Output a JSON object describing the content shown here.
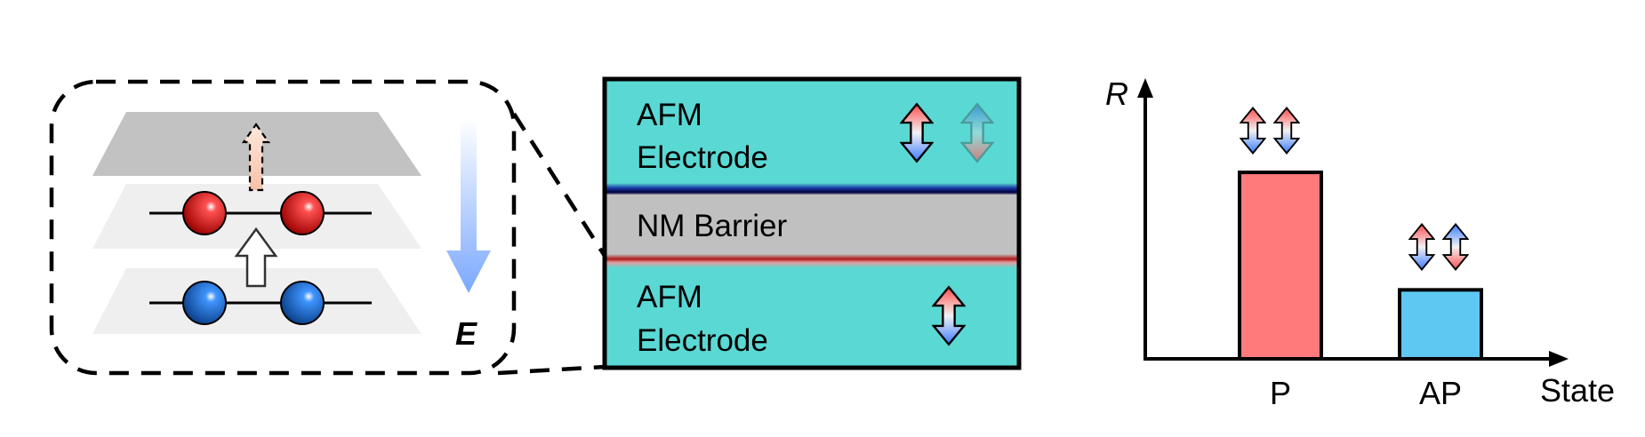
{
  "inset": {
    "field_label": "E"
  },
  "stack": {
    "top_electrode": [
      "AFM",
      "Electrode"
    ],
    "barrier": "NM Barrier",
    "bottom_electrode": [
      "AFM",
      "Electrode"
    ]
  },
  "chart_data": {
    "type": "bar",
    "categories": [
      "P",
      "AP"
    ],
    "values": [
      1.0,
      0.37
    ],
    "colors": [
      "#ff7a7a",
      "#5ec8f2"
    ],
    "ylabel": "R",
    "xlabel": "State",
    "ylim": [
      0,
      1.4
    ],
    "grid": false,
    "legend": "none"
  },
  "colors": {
    "teal": "#5ad8d4",
    "barrier": "#c0c0c0",
    "red_atom": "#c01010",
    "blue_atom": "#1c6fd0",
    "field_arrow": "#8fb8ff"
  },
  "icons": [
    "double-headed-spin-arrow",
    "field-arrow",
    "atom-sphere"
  ]
}
